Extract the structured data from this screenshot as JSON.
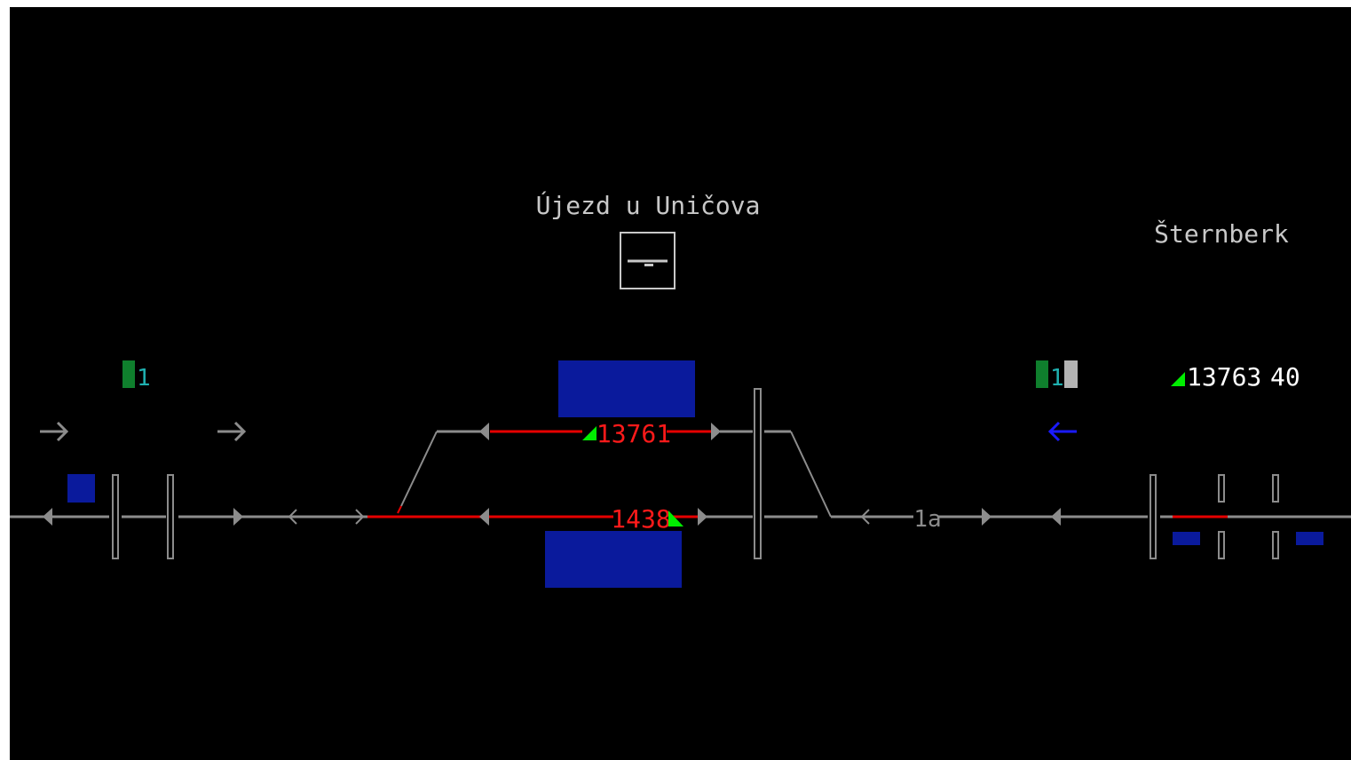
{
  "stations": {
    "main": "Újezd u Uničova",
    "right": "Šternberk"
  },
  "signals": {
    "left_block_number": "1",
    "right_block_number": "1"
  },
  "trains": {
    "upper_track": "13761",
    "lower_track": "1438",
    "approaching": "13763",
    "approaching_delay": "40"
  },
  "track_labels": {
    "right_section": "1a"
  },
  "colors": {
    "background": "#000000",
    "track_free": "#8c8c8c",
    "track_occupied": "#e60000",
    "train_number": "#ff1a1a",
    "station_name": "#c8c8c8",
    "platform": "#0a1a9c",
    "signal_green": "#00ee00",
    "block_green": "#0f7f2d",
    "block_cyan": "#1fb0b0",
    "direction_blue": "#1a1aff",
    "text_white": "#ffffff"
  },
  "icons": {
    "station_office": "station-office-icon",
    "direction_left": "arrow-left-icon",
    "direction_right": "arrow-right-icon"
  }
}
